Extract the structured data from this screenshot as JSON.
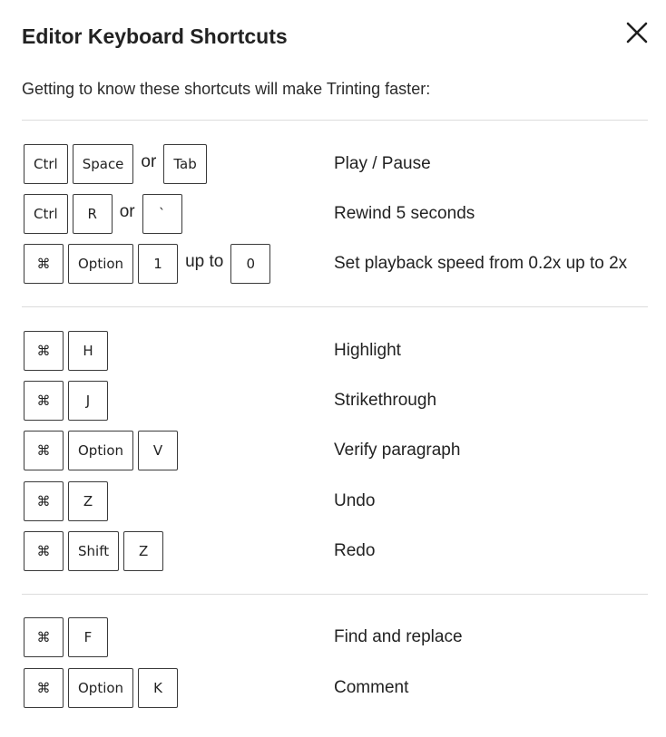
{
  "dialog": {
    "title": "Editor Keyboard Shortcuts",
    "close_icon": "close-icon",
    "intro": "Getting to know these shortcuts will make Trinting faster:"
  },
  "groups": [
    {
      "shortcuts": [
        {
          "keys": [
            "Ctrl",
            "Space"
          ],
          "separator": "or",
          "alt_keys": [
            "Tab"
          ],
          "action": "Play / Pause"
        },
        {
          "keys": [
            "Ctrl",
            "R"
          ],
          "separator": "or",
          "alt_keys": [
            "`"
          ],
          "action": "Rewind 5 seconds"
        },
        {
          "keys": [
            "⌘",
            "Option",
            "1"
          ],
          "separator": "up to",
          "alt_keys": [
            "0"
          ],
          "action": "Set playback speed from 0.2x up to 2x"
        }
      ]
    },
    {
      "shortcuts": [
        {
          "keys": [
            "⌘",
            "H"
          ],
          "action": "Highlight"
        },
        {
          "keys": [
            "⌘",
            "J"
          ],
          "action": "Strikethrough"
        },
        {
          "keys": [
            "⌘",
            "Option",
            "V"
          ],
          "action": "Verify paragraph"
        },
        {
          "keys": [
            "⌘",
            "Z"
          ],
          "action": "Undo"
        },
        {
          "keys": [
            "⌘",
            "Shift",
            "Z"
          ],
          "action": "Redo"
        }
      ]
    },
    {
      "shortcuts": [
        {
          "keys": [
            "⌘",
            "F"
          ],
          "action": "Find and replace"
        },
        {
          "keys": [
            "⌘",
            "Option",
            "K"
          ],
          "action": "Comment"
        }
      ]
    }
  ]
}
